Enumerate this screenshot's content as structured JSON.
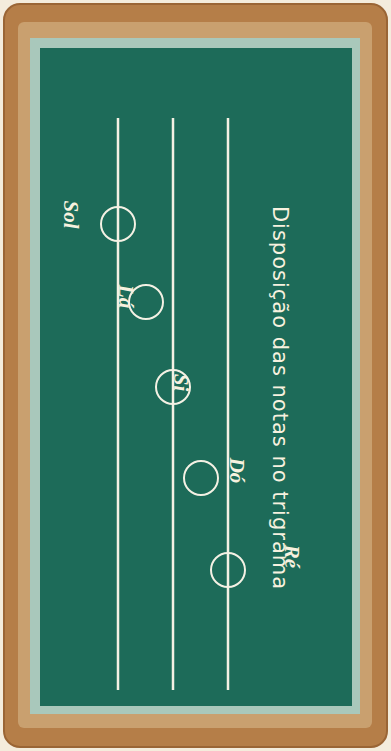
{
  "diagram": {
    "title": "Disposição das notas no trigrama",
    "labels": [
      "Sol",
      "Lá",
      "Si",
      "Dó",
      "Ré"
    ]
  }
}
